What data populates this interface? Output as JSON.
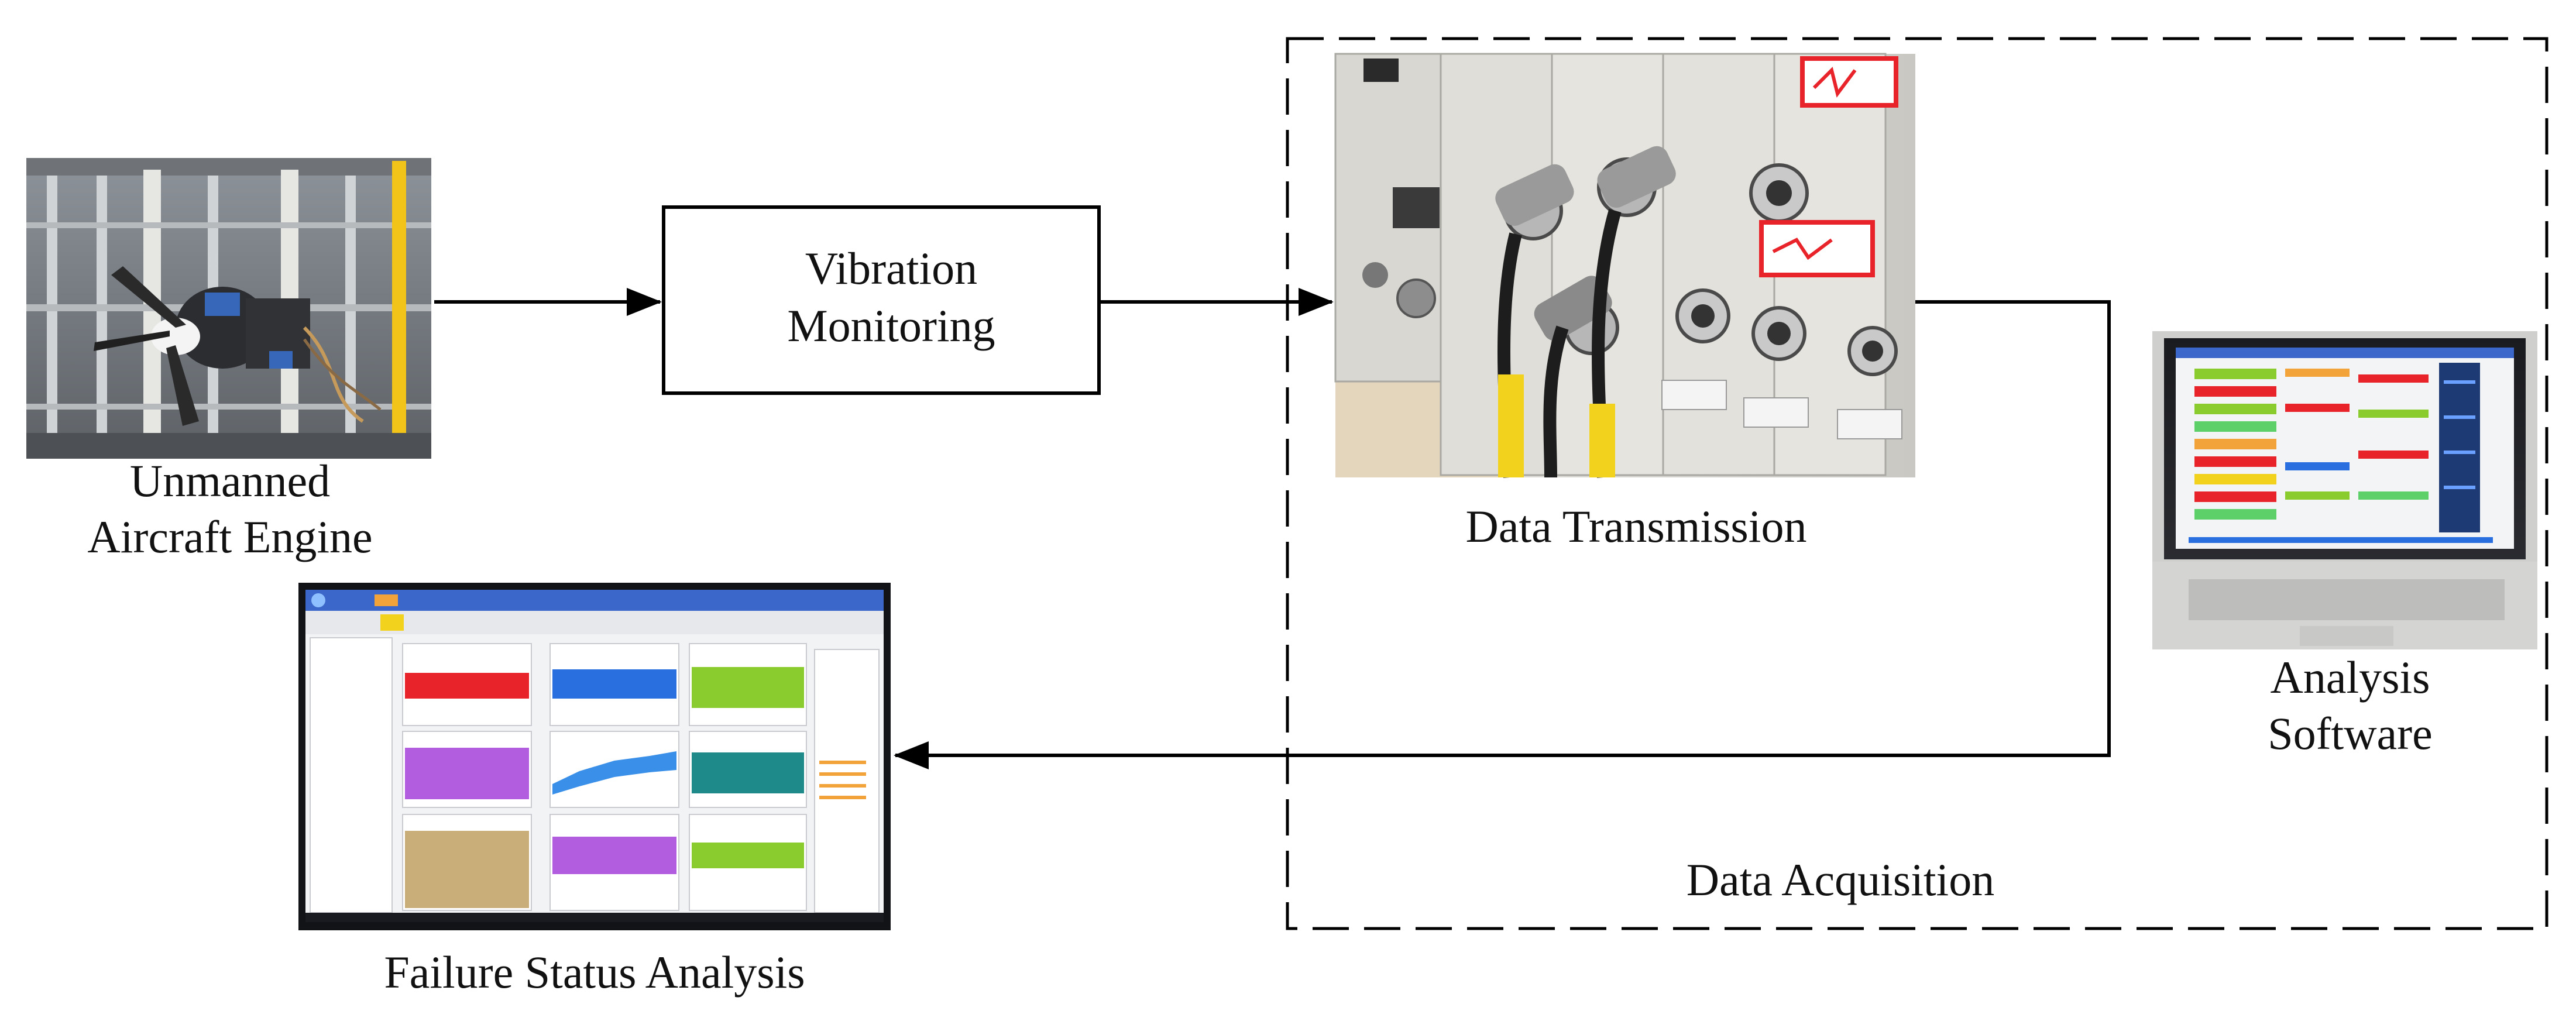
{
  "nodes": {
    "engine": {
      "label_line1": "Unmanned",
      "label_line2": "Aircraft Engine",
      "icon": "aircraft-engine-photo"
    },
    "vibration": {
      "label_line1": "Vibration",
      "label_line2": "Monitoring"
    },
    "transmission": {
      "label": "Data Transmission",
      "icon": "daq-chassis-photo"
    },
    "software": {
      "label_line1": "Analysis",
      "label_line2": "Software",
      "icon": "laptop-photo"
    },
    "failure": {
      "label": "Failure Status Analysis",
      "icon": "monitor-screen-photo"
    }
  },
  "groups": {
    "acquisition": {
      "label": "Data Acquisition"
    }
  },
  "colors": {
    "line": "#000000",
    "label": "#111111",
    "screen_bg": "#f3f4f6",
    "chassis": "#d9d9d4",
    "cable_yellow": "#f2d21c",
    "red": "#e8232a",
    "blue": "#2a6fe0",
    "green": "#8acc2e",
    "purple": "#b25ce0",
    "teal": "#1f8a8a",
    "tan": "#c9ae7a"
  }
}
